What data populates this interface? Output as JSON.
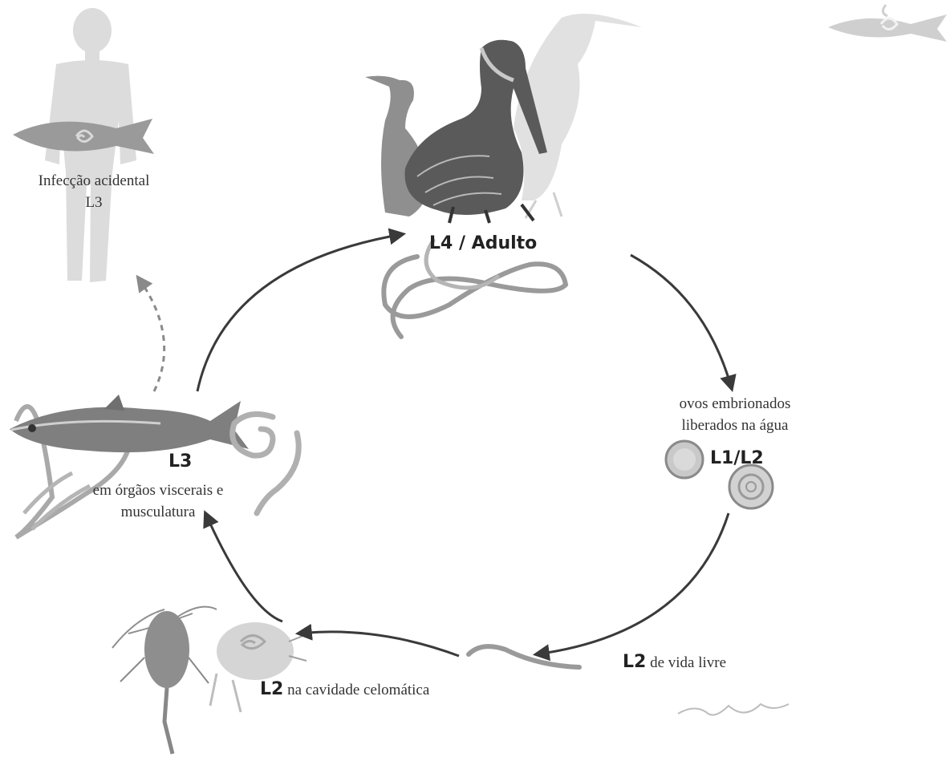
{
  "diagram": {
    "human_host": {
      "line1": "Infecção acidental",
      "line2": "L3",
      "icon": "human-silhouette"
    },
    "definitive_host": {
      "stage_label": "L4 / Adulto",
      "icon": "piscivorous-birds"
    },
    "eggs": {
      "line1": "ovos embrionados",
      "line2": "liberados na água",
      "stage_label": "L1/L2",
      "icon": "embryonated-eggs"
    },
    "free_larva": {
      "stage_label": "L2",
      "text": "de vida livre",
      "icon": "free-living-larva"
    },
    "copepod": {
      "stage_label": "L2",
      "text": "na cavidade celomática",
      "icon": "copepod"
    },
    "fish_host": {
      "stage_label": "L3",
      "line1": "em órgãos viscerais e",
      "line2": "musculatura",
      "icon": "fish-and-squid"
    },
    "colors": {
      "arrow": "#3a3a3a",
      "dashed_arrow": "#8a8a8a",
      "silhouette": "#cfcfcf",
      "text": "#333333"
    }
  }
}
